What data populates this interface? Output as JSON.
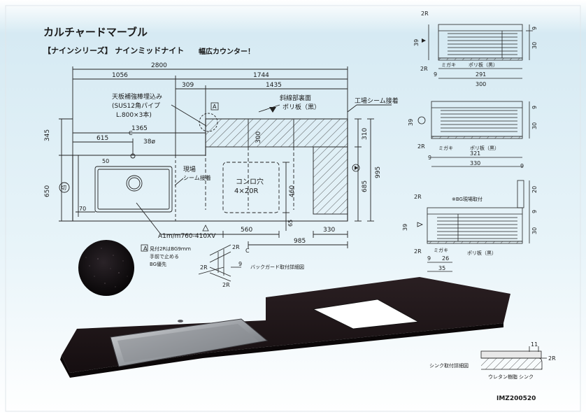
{
  "header": {
    "title": "カルチャードマーブル",
    "series": "【ナインシリーズ】 ナインミッドナイト",
    "note": "幅広カウンター！"
  },
  "plan": {
    "dims": {
      "total_width": "2800",
      "left_width": "1056",
      "right_width": "1744",
      "offset_309": "309",
      "offset_1435": "1435",
      "d1365": "1365",
      "d615": "615",
      "hole38": "38ø",
      "d50": "50",
      "d70": "70",
      "d345": "345",
      "d650": "650",
      "d300": "300",
      "d460": "460",
      "d560": "560",
      "d65": "65",
      "d330": "330",
      "d985": "985",
      "d310": "310",
      "d685": "685",
      "d995": "995"
    },
    "labels": {
      "reinforce_1": "天板補強棒埋込み",
      "reinforce_2": "(SUS12角パイプ",
      "reinforce_3": "L.800×3本)",
      "hatch_1": "斜線部裏面",
      "hatch_2": "ポリ板（黒）",
      "factory_seam": "工場シーム接着",
      "site_seam_1": "現場",
      "site_seam_2": "シーム接着",
      "cooktop_1": "コンロ穴",
      "cooktop_2": "4×20R",
      "cut_mark": "切",
      "sink_model": "A1m/m760-410XV",
      "marker_a": "A",
      "marker_c": "C",
      "marker_c2": "C"
    }
  },
  "sections": {
    "top": {
      "d2r": "2R",
      "d39": "39",
      "d9": "9",
      "d30": "30",
      "migaki": "ミガキ",
      "poly": "ポリ板（黒）",
      "d291": "291",
      "d300": "300",
      "d9b": "9",
      "d2rb": "2R"
    },
    "middle": {
      "d39": "39",
      "d9": "9",
      "d30": "30",
      "migaki": "ミガキ",
      "poly": "ポリ板（黒）",
      "d321": "321",
      "d330": "330",
      "d2r": "2R",
      "d9b": "9"
    },
    "bottom": {
      "d39": "39",
      "d9": "9",
      "d30": "30",
      "d20": "20",
      "d9top": "9",
      "bg_note": "※BG現場取付",
      "migaki": "ミガキ",
      "poly": "ポリ板（黒）",
      "d2r": "2R",
      "d2rb": "2R",
      "d26": "26",
      "d35": "35",
      "d9c": "9"
    }
  },
  "backguard_detail": {
    "note_1": "見付2RはBG9ｍｍ",
    "note_2": "手前で止める",
    "note_3": "BG優先",
    "d2r_a": "2R",
    "d2r_b": "2R",
    "d2r_c": "2R",
    "d9": "9",
    "caption": "バックガード取付詳細図"
  },
  "sink_detail": {
    "d11": "11",
    "d2r": "2R",
    "urethane": "ウレタン樹脂",
    "sink": "シンク",
    "caption": "シンク取付詳細図"
  },
  "product_code": "IMZ200520",
  "colors": {
    "background_top": "#d8ebf4",
    "background_mid": "#eaf5fa",
    "counter": "#1c1416",
    "ink": "#1a1a1a",
    "accent": "#3a5f8c"
  }
}
